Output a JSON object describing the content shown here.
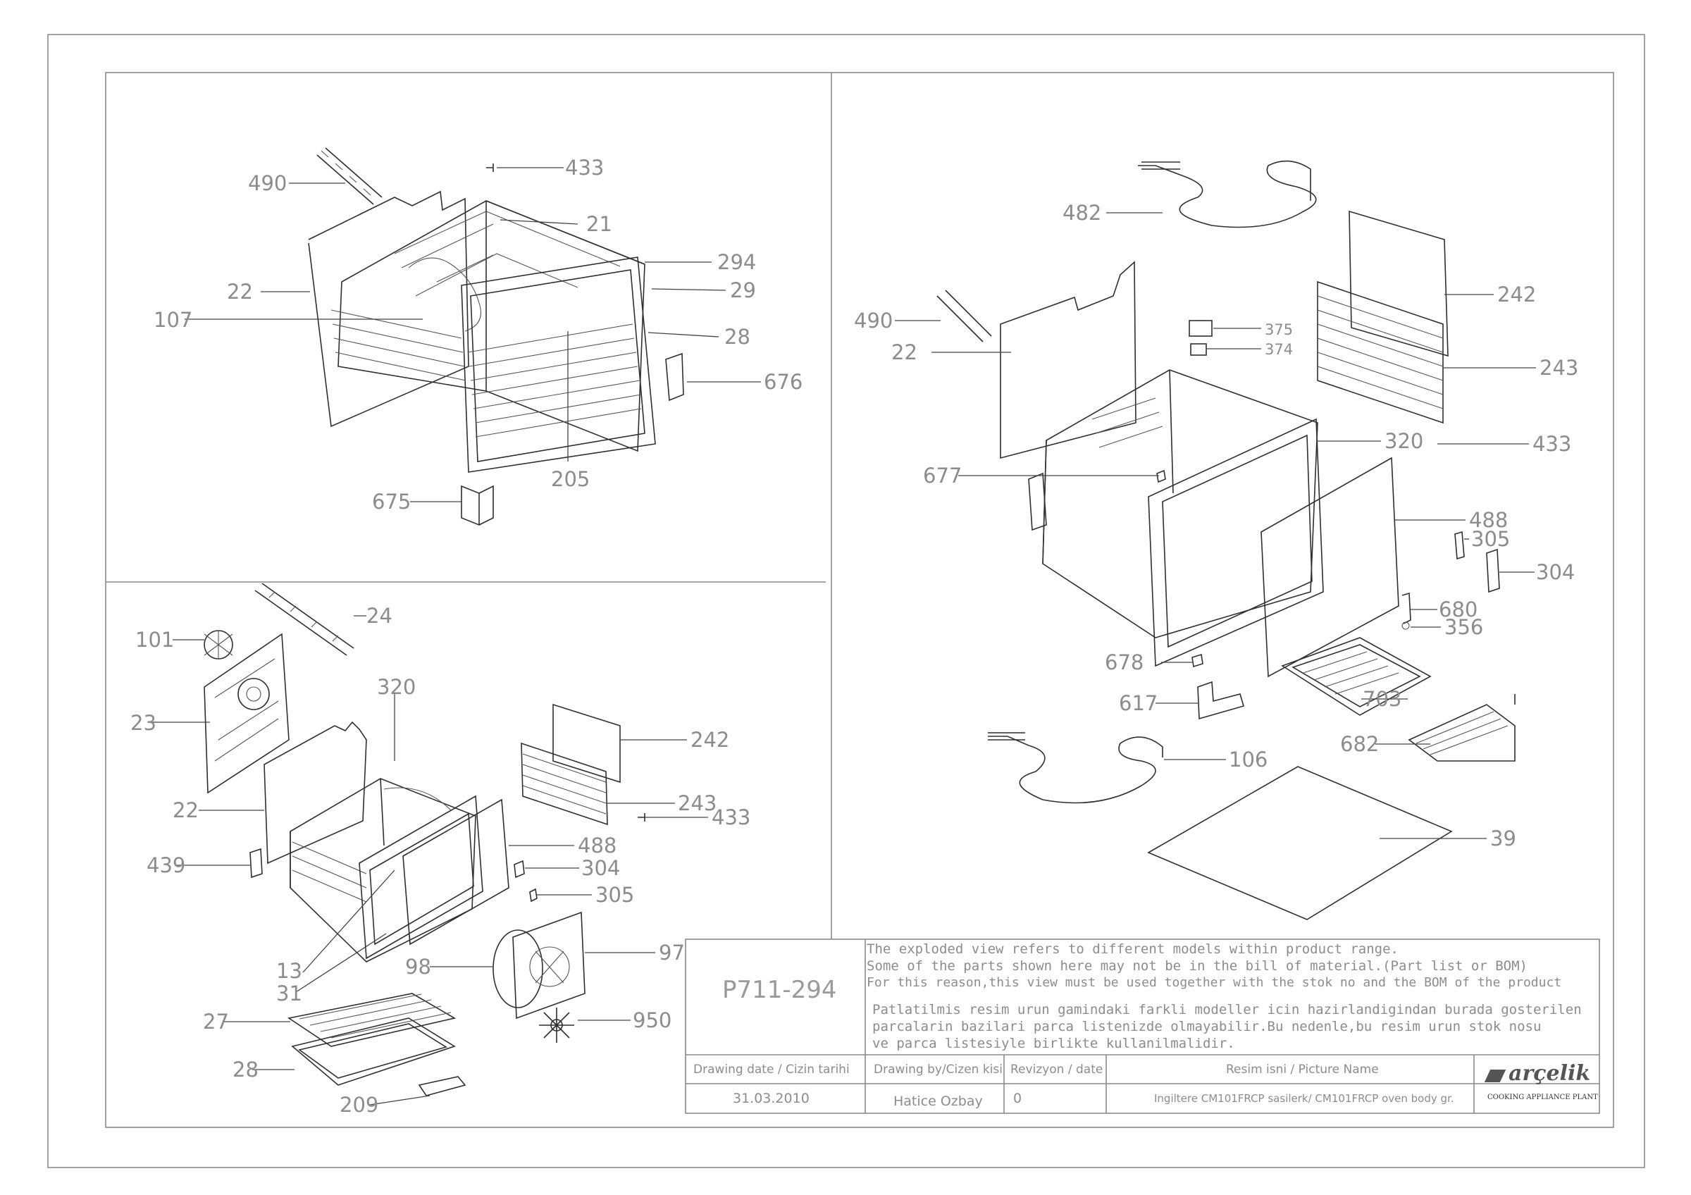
{
  "drawing_code": "P711-294",
  "notes": {
    "en_1": "The exploded view refers to different models within product range.",
    "en_2": "Some of the parts shown here may not be in the bill of material.(Part list or BOM)",
    "en_3": "For this reason,this view must be used together with the stok no and the BOM of the product",
    "tr_1": "Patlatilmis resim urun gamindaki farkli modeller icin hazirlandigindan burada gosterilen",
    "tr_2": "parcalarin bazilari parca listenizde olmayabilir.Bu nedenle,bu resim urun stok nosu",
    "tr_3": "ve parca listesiyle birlikte kullanilmalidir."
  },
  "title_block": {
    "drawing_date_label": "Drawing date / Cizin tarihi",
    "drawing_date": "31.03.2010",
    "drawn_by_label": "Drawing by/Cizen kisi",
    "drawn_by": "Hatice Ozbay",
    "revision_label": "Revizyon / date",
    "revision": "0",
    "picture_name_label": "Resim isni / Picture Name",
    "picture_name": "Ingiltere CM101FRCP sasilerk/ CM101FRCP oven body gr."
  },
  "brand": {
    "logo_text": "arçelik",
    "plant": "COOKING APPLIANCE PLANT"
  },
  "parts": {
    "top_left": [
      "490",
      "433",
      "21",
      "294",
      "29",
      "28",
      "22",
      "107",
      "676",
      "205",
      "675"
    ],
    "bottom_left": [
      "24",
      "101",
      "320",
      "23",
      "242",
      "22",
      "243",
      "433",
      "488",
      "439",
      "304",
      "305",
      "13",
      "31",
      "98",
      "97",
      "27",
      "950",
      "28",
      "209"
    ],
    "right": [
      "482",
      "242",
      "490",
      "375",
      "374",
      "22",
      "243",
      "320",
      "433",
      "677",
      "488",
      "305",
      "304",
      "680",
      "356",
      "678",
      "617",
      "703",
      "682",
      "106",
      "39"
    ]
  }
}
